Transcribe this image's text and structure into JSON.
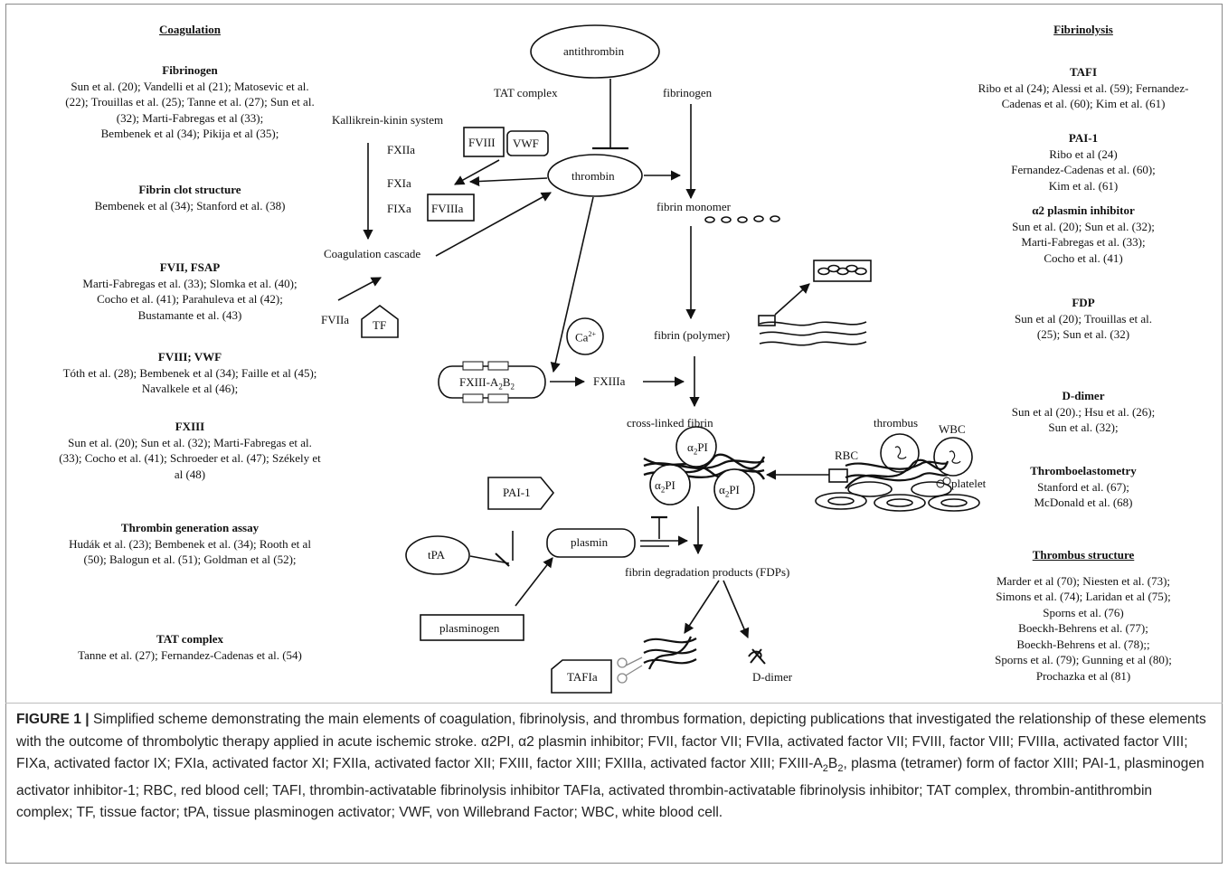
{
  "coagulation": {
    "title": "Coagulation",
    "sections": [
      {
        "heading": "Fibrinogen",
        "refs": [
          "Sun et al. (20); Vandelli et al (21); Matosevic et al.",
          "(22); Trouillas et al. (25);  Tanne et al. (27); Sun et al.",
          "(32); Marti-Fabregas et al (33);",
          "Bembenek et al (34); Pikija et al (35);"
        ]
      },
      {
        "heading": "Fibrin clot structure",
        "refs": [
          "Bembenek et al (34); Stanford et al. (38)"
        ]
      },
      {
        "heading": "FVII, FSAP",
        "refs": [
          "Marti-Fabregas et al. (33); Slomka et al. (40);",
          "Cocho et al. (41); Parahuleva et al (42);",
          "Bustamante et al. (43)"
        ]
      },
      {
        "heading": "FVIII; VWF",
        "refs": [
          "Tóth et al. (28); Bembenek et al (34);  Faille et al (45);",
          "Navalkele et al (46);"
        ]
      },
      {
        "heading": "FXIII",
        "refs": [
          "Sun et al. (20); Sun et al. (32); Marti-Fabregas et al.",
          "(33); Cocho et al. (41); Schroeder et al. (47); Székely et",
          "al (48)"
        ]
      },
      {
        "heading": "Thrombin generation assay",
        "refs": [
          "Hudák et al. (23); Bembenek et al. (34); Rooth et al",
          "(50); Balogun et al. (51); Goldman et al (52);"
        ]
      },
      {
        "heading": "TAT complex",
        "refs": [
          "Tanne et al. (27); Fernandez-Cadenas et al. (54)"
        ]
      }
    ]
  },
  "fibrinolysis": {
    "title": "Fibrinolysis",
    "sections": [
      {
        "heading": "TAFI",
        "refs": [
          "Ribo et al (24); Alessi et al. (59); Fernandez-",
          "Cadenas et al. (60); Kim et al. (61)"
        ]
      },
      {
        "heading": "PAI-1",
        "refs": [
          "Ribo et al (24)",
          "Fernandez-Cadenas et al. (60);",
          "Kim et al. (61)"
        ]
      },
      {
        "heading": "α2 plasmin inhibitor",
        "refs": [
          "Sun et al. (20); Sun et al. (32);",
          "Marti-Fabregas et al. (33);",
          "Cocho et al. (41)"
        ]
      },
      {
        "heading": "FDP",
        "refs": [
          "Sun et al (20); Trouillas et al.",
          "(25); Sun et al. (32)"
        ]
      },
      {
        "heading": "D-dimer",
        "refs": [
          "Sun et al (20).; Hsu et al. (26);",
          "Sun et al. (32);"
        ]
      },
      {
        "heading": "Thromboelastometry",
        "refs": [
          "Stanford et al. (67);",
          "McDonald et al. (68)"
        ]
      }
    ]
  },
  "thrombus_structure": {
    "title": "Thrombus structure",
    "refs": [
      "Marder et al (70); Niesten et al. (73);",
      "Simons et al. (74); Laridan et al (75);",
      "Sporns et al. (76)",
      "Boeckh-Behrens et al. (77);",
      "Boeckh-Behrens et al. (78);;",
      "Sporns et al. (79); Gunning et al (80);",
      "Prochazka et al (81)"
    ]
  },
  "diagram": {
    "antithrombin": "antithrombin",
    "tat_complex": "TAT complex",
    "fibrinogen": "fibrinogen",
    "kallikrein": "Kallikrein-kinin system",
    "fxiia": "FXIIa",
    "fviii": "FVIII",
    "vwf": "VWF",
    "thrombin": "thrombin",
    "fxia": "FXIa",
    "fixa": "FIXa",
    "fviiia": "FVIIIa",
    "fibrin_monomer": "fibrin monomer",
    "coag_cascade": "Coagulation cascade",
    "fviia": "FVIIa",
    "tf": "TF",
    "ca": "Ca",
    "ca_sup": "2+",
    "fibrin_polymer": "fibrin (polymer)",
    "fxiii_main": "FXIII-A",
    "fxiii_sub1": "2",
    "fxiii_mid": "B",
    "fxiii_sub2": "2",
    "fxiiia": "FXIIIa",
    "crosslinked": "cross-linked fibrin",
    "thrombus": "thrombus",
    "wbc": "WBC",
    "rbc": "RBC",
    "platelet": "platelet",
    "a2pi_base": "α",
    "a2pi_sub": "2",
    "a2pi_end": "PI",
    "pai1": "PAI-1",
    "tpa": "tPA",
    "plasmin": "plasmin",
    "plasminogen": "plasminogen",
    "fdps": "fibrin degradation products (FDPs)",
    "tafia": "TAFIa",
    "ddimer": "D-dimer"
  },
  "caption": {
    "label": "FIGURE 1 |",
    "text_before_sub": " Simplified scheme demonstrating the main elements of coagulation, fibrinolysis, and thrombus formation, depicting publications that investigated the relationship of these elements with the outcome of thrombolytic therapy applied in acute ischemic stroke. α2PI, α2 plasmin inhibitor; FVII, factor VII; FVIIa, activated factor VII; FVIII, factor VIII; FVIIIa, activated factor VIII; FIXa, activated factor IX; FXIa, activated factor XI; FXIIa, activated factor XII; FXIII, factor XIII; FXIIIa, activated factor XIII; FXIII-A",
    "sub1": "2",
    "mid": "B",
    "sub2": "2",
    "text_after_sub": ", plasma (tetramer) form of factor XIII; PAI-1, plasminogen activator inhibitor-1; RBC, red blood cell; TAFI, thrombin-activatable fibrinolysis inhibitor TAFIa, activated thrombin-activatable fibrinolysis inhibitor; TAT complex, thrombin-antithrombin complex; TF, tissue factor; tPA, tissue plasminogen activator; VWF, von Willebrand Factor; WBC, white blood cell."
  }
}
